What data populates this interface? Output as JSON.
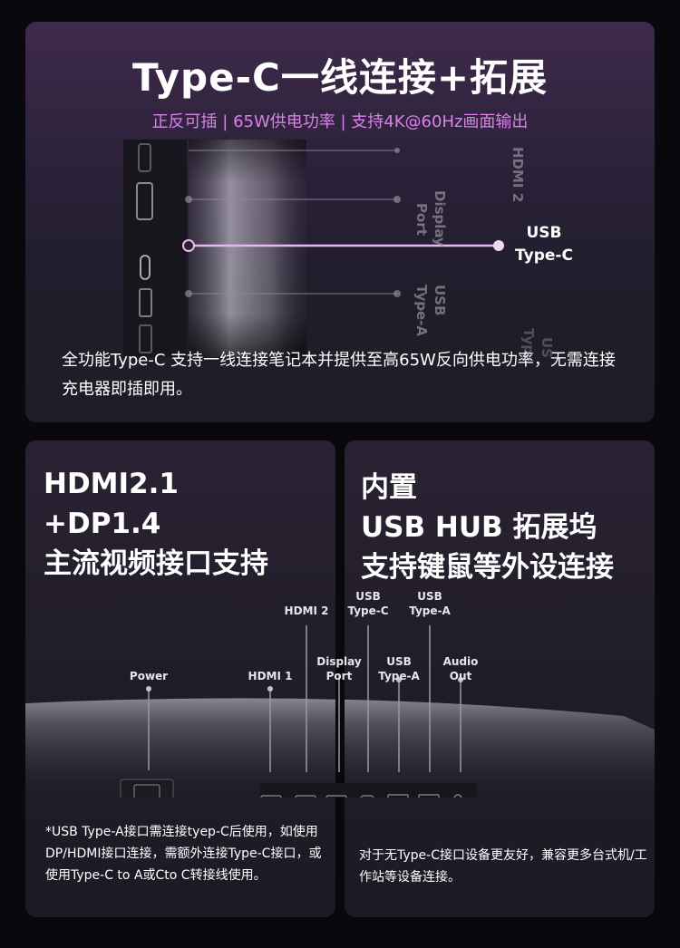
{
  "top": {
    "title": "Type-C一线连接+拓展",
    "subtitle": "正反可插 | 65W供电功率 | 支持4K@60Hz画面输出",
    "highlight_label_1": "USB",
    "highlight_label_2": "Type-C",
    "side_label_hdmi2": "HDMI 2",
    "side_label_display": "Display",
    "side_label_port": "Port",
    "side_label_usb": "USB",
    "side_label_typea": "Type-A",
    "side_label_usb2": "USB",
    "side_label_type2": "Type",
    "description": "全功能Type-C 支持一线连接笔记本并提供至高65W反向供电功率，无需连接充电器即插即用。"
  },
  "left_card": {
    "heading_line1": "HDMI2.1",
    "heading_line2": "+DP1.4",
    "heading_line3": "主流视频接口支持",
    "note": "*USB Type-A接口需连接tyep-C后使用，如使用DP/HDMI接口连接，需额外连接Type-C接口，或使用Type-C to A或Cto C转接线使用。"
  },
  "right_card": {
    "heading_line1": "内置",
    "heading_line2": "USB HUB 拓展坞",
    "heading_line3": "支持键鼠等外设连接",
    "note": "对于无Type-C接口设备更友好，兼容更多台式机/工作站等设备连接。"
  },
  "ports": {
    "power": "Power",
    "hdmi1": "HDMI 1",
    "hdmi2": "HDMI 2",
    "display_port_1": "Display",
    "display_port_2": "Port",
    "usb_c_1": "USB",
    "usb_c_2": "Type-C",
    "usb_a_top_1": "USB",
    "usb_a_top_2": "Type-A",
    "usb_a_low_1": "USB",
    "usb_a_low_2": "Type-A",
    "audio_1": "Audio",
    "audio_2": "Out"
  },
  "colors": {
    "accent_pink": "#d882e8",
    "background": "#09080d",
    "card": "#1f1c28"
  }
}
